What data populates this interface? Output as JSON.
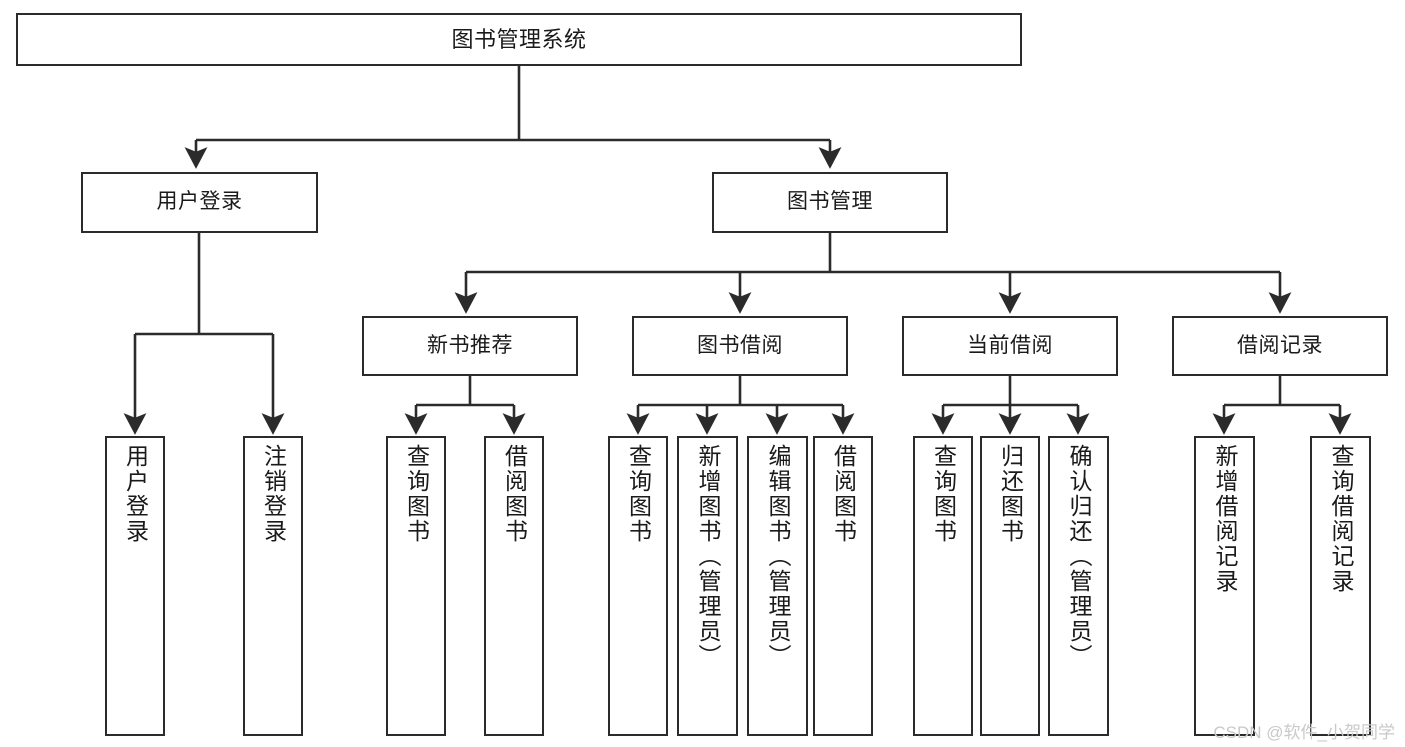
{
  "diagram": {
    "title": "图书管理系统",
    "type": "tree-hierarchy-diagram",
    "watermark": "CSDN @软件_小贺同学",
    "colors": {
      "stroke": "#2b2b2b",
      "fill": "#ffffff",
      "text": "#1a1a1a",
      "watermark": "#c9c9c9",
      "background": "#ffffff"
    },
    "nodes": {
      "root": {
        "label": "图书管理系统"
      },
      "level2": [
        {
          "id": "user-login",
          "label": "用户登录"
        },
        {
          "id": "book-manage",
          "label": "图书管理"
        }
      ],
      "level3": [
        {
          "id": "new-book-recommend",
          "label": "新书推荐"
        },
        {
          "id": "book-borrow",
          "label": "图书借阅"
        },
        {
          "id": "current-borrow",
          "label": "当前借阅"
        },
        {
          "id": "borrow-record",
          "label": "借阅记录"
        }
      ],
      "leaves": {
        "user_login": [
          {
            "id": "leaf-user-login",
            "label": "用户登录"
          },
          {
            "id": "leaf-logout-login",
            "label": "注销登录"
          }
        ],
        "new_book_recommend": [
          {
            "id": "leaf-query-book-1",
            "label": "查询图书"
          },
          {
            "id": "leaf-borrow-book-1",
            "label": "借阅图书"
          }
        ],
        "book_borrow": [
          {
            "id": "leaf-query-book-2",
            "label": "查询图书"
          },
          {
            "id": "leaf-add-book",
            "label": "新增图书（管理员）"
          },
          {
            "id": "leaf-edit-book",
            "label": "编辑图书（管理员）"
          },
          {
            "id": "leaf-borrow-book-2",
            "label": "借阅图书"
          }
        ],
        "current_borrow": [
          {
            "id": "leaf-query-book-3",
            "label": "查询图书"
          },
          {
            "id": "leaf-return-book",
            "label": "归还图书"
          },
          {
            "id": "leaf-confirm-return",
            "label": "确认归还（管理员）"
          }
        ],
        "borrow_record": [
          {
            "id": "leaf-add-record",
            "label": "新增借阅记录"
          },
          {
            "id": "leaf-query-record",
            "label": "查询借阅记录"
          }
        ]
      }
    }
  }
}
